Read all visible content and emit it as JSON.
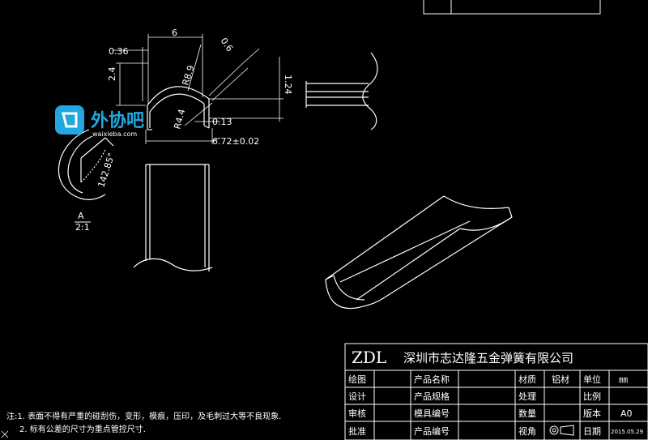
{
  "dimensions": {
    "d_0_36": "0.36",
    "d_6": "6",
    "d_r8_9": "R8.9",
    "d_0_6": "0.6",
    "d_1_24": "1.24",
    "d_2_4": "2.4",
    "d_r4_4": "R4.4",
    "d_0_13": "0.13",
    "d_6_72": "6.72±0.02",
    "d_142_85": "142.85°",
    "d_section_a": "A",
    "d_section_scale": "2:1"
  },
  "logo": {
    "name": "外协吧",
    "url": "waixieba.com"
  },
  "title_block": {
    "company_code": "ZDL",
    "company_name": "深圳市志达隆五金弹簧有限公司",
    "rows": [
      [
        "绘图",
        "",
        "产品名称",
        "",
        "材质",
        "铝材",
        "单位",
        "㎜"
      ],
      [
        "设计",
        "",
        "产品规格",
        "",
        "处理",
        "",
        "比例",
        ""
      ],
      [
        "审核",
        "",
        "模具编号",
        "",
        "数量",
        "",
        "版本",
        "A0"
      ],
      [
        "批准",
        "",
        "产品编号",
        "",
        "视角",
        "",
        "日期",
        "2015.05.29"
      ]
    ]
  },
  "notes": {
    "line1": "注:1. 表面不得有严重的碰刮伤，变形，模痕，压印，及毛刺过大等不良现象.",
    "line2": "2. 标有公差的尺寸为重点管控尺寸."
  },
  "colors": {
    "background": "#000000",
    "lines": "#ffffff",
    "logo_accent": "#22a7e0"
  }
}
